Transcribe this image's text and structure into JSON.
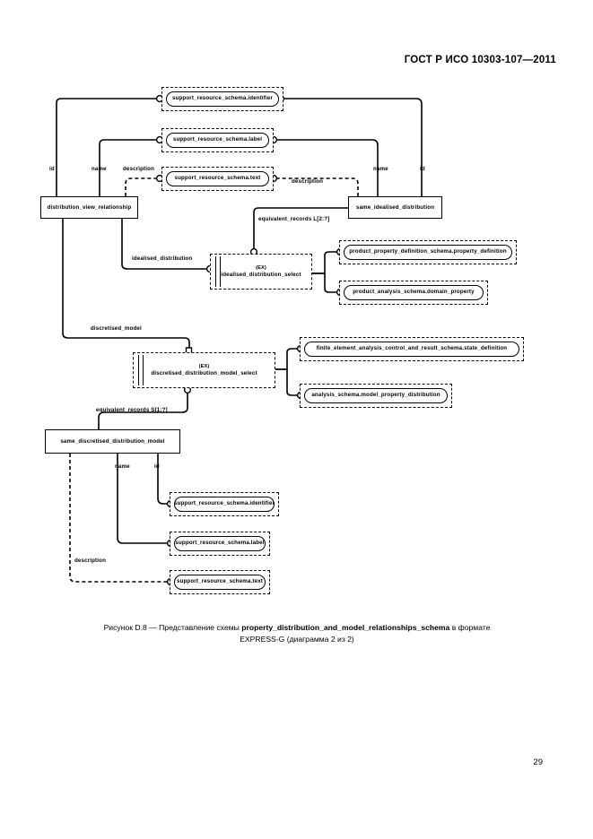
{
  "header": {
    "standard": "ГОСТ Р ИСО 10303-107—2011"
  },
  "folio": {
    "page_number": "29"
  },
  "caption": {
    "prefix": "Рисунок  D.8 — Представление схемы ",
    "schema_name": "property_distribution_and_model_relationships_schema",
    "middle": " в формате",
    "line2": "EXPRESS-G (диаграмма 2 из 2)"
  },
  "diagram": {
    "type": "EXPRESS-G",
    "entities": [
      {
        "id": "distribution_view_relationship",
        "label": "distribution_view_relationship"
      },
      {
        "id": "same_idealised_distribution",
        "label": "same_idealised_distribution"
      },
      {
        "id": "same_discretised_distribution_model",
        "label": "same_discretised_distribution_model"
      }
    ],
    "selects": [
      {
        "id": "idealised_distribution_select",
        "ex": "(EX)",
        "label": "idealised_distribution_select"
      },
      {
        "id": "discretised_distribution_model_select",
        "ex": "(EX)",
        "label": "discretised_distribution_model_select"
      }
    ],
    "interfaces": [
      {
        "id": "srs_identifier_top",
        "label": "support_resource_schema.identifier"
      },
      {
        "id": "srs_label_top",
        "label": "support_resource_schema.label"
      },
      {
        "id": "srs_text_top",
        "label": "support_resource_schema.text"
      },
      {
        "id": "ppds_property_definition",
        "label": "product_property_definition_schema.property_definition"
      },
      {
        "id": "pas_domain_property",
        "label": "product_analysis_schema.domain_property"
      },
      {
        "id": "feacrs_state_definition",
        "label": "finite_element_analysis_control_and_result_schema.state_definition"
      },
      {
        "id": "as_model_property_distribution",
        "label": "analysis_schema.model_property_distribution"
      },
      {
        "id": "srs_identifier_bottom",
        "label": "support_resource_schema.identifier"
      },
      {
        "id": "srs_label_bottom",
        "label": "support_resource_schema.label"
      },
      {
        "id": "srs_text_bottom",
        "label": "support_resource_schema.text"
      }
    ],
    "labels": [
      {
        "id": "lbl_id_left",
        "text": "id"
      },
      {
        "id": "lbl_name_left",
        "text": "name"
      },
      {
        "id": "lbl_description_left",
        "text": "description"
      },
      {
        "id": "lbl_name_right",
        "text": "name"
      },
      {
        "id": "lbl_id_right",
        "text": "id"
      },
      {
        "id": "lbl_description_right",
        "text": "description"
      },
      {
        "id": "lbl_equivalent_records_l",
        "text": "equivalent_records L[2:?]"
      },
      {
        "id": "lbl_idealised_distribution",
        "text": "idealised_distribution"
      },
      {
        "id": "lbl_discretised_model",
        "text": "discretised_model"
      },
      {
        "id": "lbl_equivalent_records_s",
        "text": "equivalent_records S[1:?]"
      },
      {
        "id": "lbl_name_bottom",
        "text": "name"
      },
      {
        "id": "lbl_id_bottom",
        "text": "id"
      },
      {
        "id": "lbl_description_bottom",
        "text": "description"
      }
    ]
  }
}
